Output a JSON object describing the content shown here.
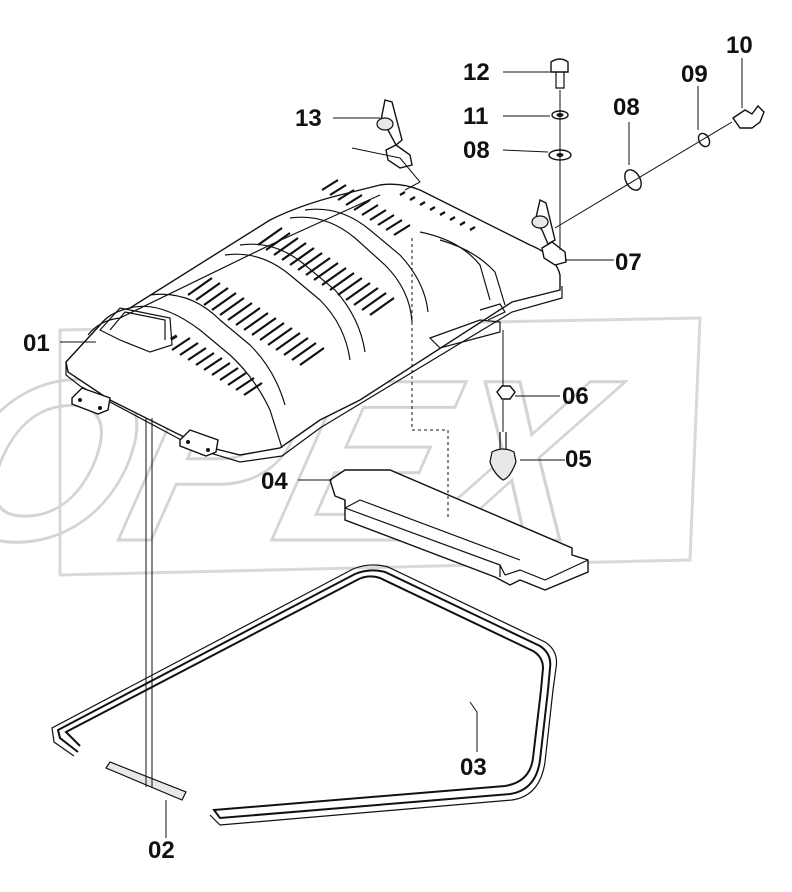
{
  "watermark": {
    "text": "OPEX"
  },
  "callouts": [
    {
      "id": "01",
      "text": "01"
    },
    {
      "id": "02",
      "text": "02"
    },
    {
      "id": "03",
      "text": "03"
    },
    {
      "id": "04",
      "text": "04"
    },
    {
      "id": "05",
      "text": "05"
    },
    {
      "id": "06",
      "text": "06"
    },
    {
      "id": "07",
      "text": "07"
    },
    {
      "id": "08a",
      "text": "08"
    },
    {
      "id": "08b",
      "text": "08"
    },
    {
      "id": "09",
      "text": "09"
    },
    {
      "id": "10",
      "text": "10"
    },
    {
      "id": "11",
      "text": "11"
    },
    {
      "id": "12",
      "text": "12"
    },
    {
      "id": "13",
      "text": "13"
    }
  ],
  "colors": {
    "line": "#111111",
    "watermark": "#d4d4d4",
    "background": "#ffffff"
  }
}
